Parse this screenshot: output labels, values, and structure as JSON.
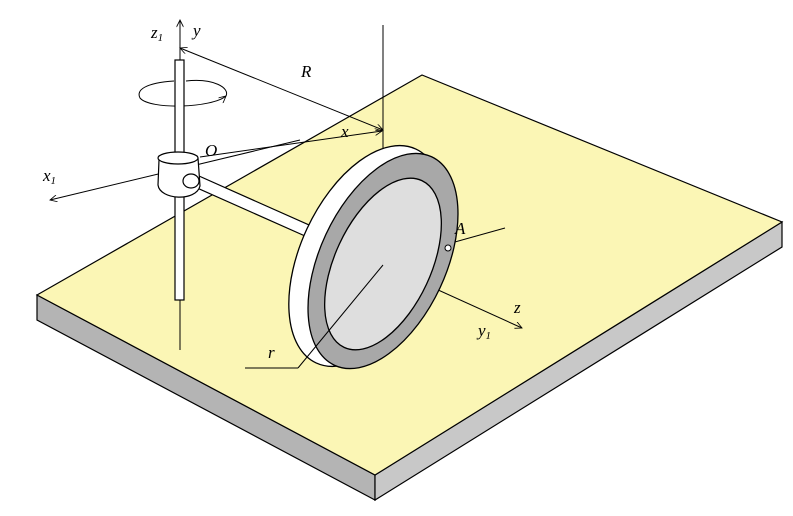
{
  "labels": {
    "z1": "z",
    "z1_sub": "1",
    "y": "y",
    "R": "R",
    "x": "x",
    "O": "O",
    "x1": "x",
    "x1_sub": "1",
    "A": "A",
    "z": "z",
    "y1": "y",
    "y1_sub": "1",
    "r": "r"
  },
  "colors": {
    "base_top": "#fbf6b5",
    "base_side": "#c8c8c8",
    "base_front": "#b4b4b4",
    "rim": "#a8a8a8",
    "disk_face": "#dedede",
    "rod": "#ffffff",
    "outline": "#000000"
  }
}
